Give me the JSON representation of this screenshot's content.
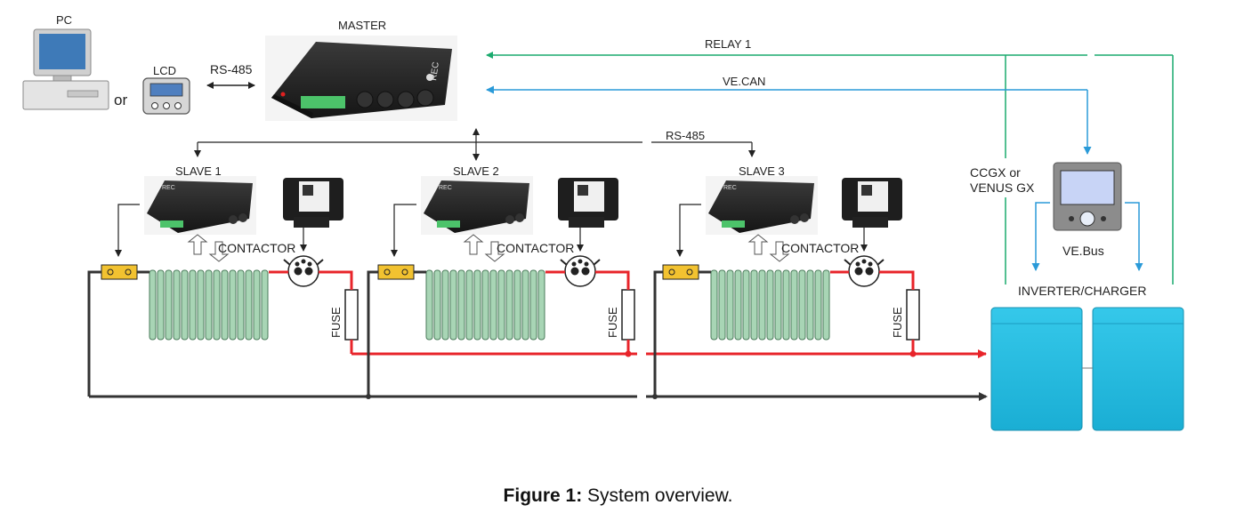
{
  "labels": {
    "pc": "PC",
    "or": "or",
    "lcd": "LCD",
    "rs485_top": "RS-485",
    "master": "MASTER",
    "relay1": "RELAY 1",
    "vecan": "VE.CAN",
    "rs485_bus": "RS-485",
    "slave1": "SLAVE 1",
    "slave2": "SLAVE 2",
    "slave3": "SLAVE 3",
    "contactor": "CONTACTOR",
    "fuse": "FUSE",
    "ccgx_line1": "CCGX or",
    "ccgx_line2": "VENUS GX",
    "vebus": "VE.Bus",
    "inverter": "INVERTER/CHARGER",
    "rec_logo": "REC"
  },
  "caption": {
    "prefix": "Figure 1:",
    "text": " System overview."
  },
  "colors": {
    "relay_line": "#1aaa6e",
    "vecan_line": "#2a9ad8",
    "power_positive": "#e8242a",
    "power_negative": "#333333",
    "battery_cell": "#a8d5b5",
    "device_body": "#2a2a2a",
    "terminal_green": "#4cc36a",
    "shunt_yellow": "#f2c230",
    "inverter_blue": "#2cc3e6"
  },
  "icons": {
    "pc": "desktop-computer-icon",
    "lcd": "lcd-display-icon",
    "contactor": "contactor-icon",
    "fuse": "fuse-icon",
    "shunt": "current-shunt-icon",
    "gx": "gx-display-icon"
  }
}
